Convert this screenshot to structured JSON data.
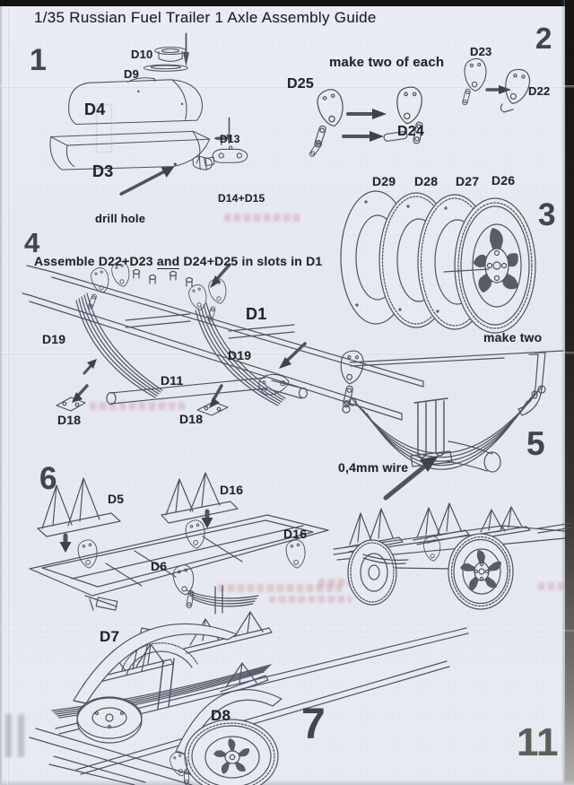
{
  "page": {
    "title": "1/35 Russian Fuel Trailer 1 Axle Assembly Guide",
    "page_number": "11"
  },
  "colors": {
    "paper": "#e8eaf2",
    "ink": "#4d5361",
    "label_text": "#23262e"
  },
  "steps": {
    "s1": {
      "num": "1",
      "d10": "D10",
      "d9": "D9",
      "d4": "D4",
      "d3": "D3",
      "d13": "D13",
      "d14_15": "D14+D15",
      "drill_hole": "drill hole"
    },
    "s2": {
      "num": "2",
      "note": "make two of each",
      "d25": "D25",
      "d24": "D24",
      "d23": "D23",
      "d22": "D22"
    },
    "s3": {
      "num": "3",
      "note": "make two",
      "d29": "D29",
      "d28": "D28",
      "d27": "D27",
      "d26": "D26"
    },
    "s4": {
      "num": "4",
      "instruction_pre": "Assemble D22+D23 ",
      "instruction_and": "and",
      "instruction_post": " D24+D25 in slots in D1",
      "d19_left": "D19",
      "d1": "D1",
      "d19_right": "D19",
      "d11": "D11",
      "d18_left": "D18",
      "d18_right": "D18"
    },
    "s5": {
      "num": "5",
      "wire_note": "0,4mm wire"
    },
    "s6": {
      "num": "6",
      "d5": "D5",
      "d16_top": "D16",
      "d16_right": "D16",
      "d6": "D6"
    },
    "s7": {
      "num": "7",
      "d7": "D7",
      "d8": "D8"
    }
  }
}
